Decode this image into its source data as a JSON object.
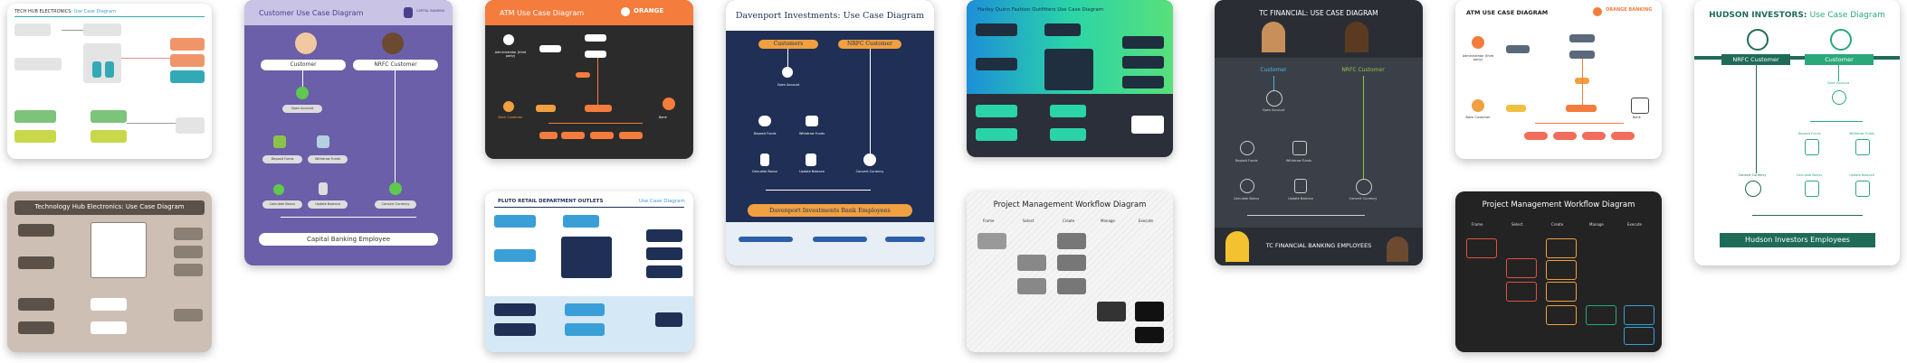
{
  "cards": {
    "c1": {
      "title": "TECH HUB ELECTRONICS: ",
      "title_accent": "Use Case Diagram"
    },
    "c2": {
      "title": "Technology Hub Electronics: Use Case Diagram"
    },
    "c3": {
      "title": "Customer Use Case Diagram",
      "brand": "CAPITAL BANKING",
      "actor1": "Customer",
      "actor2": "NRFC Customer",
      "uc1": "Open Account",
      "uc2": "Deposit Funds",
      "uc3": "Withdraw Funds",
      "uc4": "Calculate Bonus",
      "uc5": "Update Balance",
      "uc6": "Convert Currency",
      "footer": "Capital Banking Employee"
    },
    "c4": {
      "title": "ATM Use Case Diagram",
      "brand": "ORANGE",
      "actor1": "Administrator (third party)",
      "actor2": "Bank Customer",
      "actor3": "Bank"
    },
    "c5": {
      "title": "PLUTO RETAIL DEPARTMENT OUTLETS",
      "title_accent": "Use Case Diagram"
    },
    "c6": {
      "title": "Davenport Investments: Use Case Diagram",
      "actor1": "Customers",
      "actor2": "NRFC Customer",
      "uc1": "Open Account",
      "uc2": "Deposit Funds",
      "uc3": "Withdraw Funds",
      "uc4": "Calculate Bonus",
      "uc5": "Update Balance",
      "uc6": "Convert Currency",
      "footer": "Davenport Investments Bank Employees"
    },
    "c7": {
      "title": "Harley Quinn Fashion Outfitters Use Case Diagram"
    },
    "c8": {
      "title": "Project Management Workflow Diagram",
      "cols": [
        "Frame",
        "Select",
        "Create",
        "Manage",
        "Execute"
      ]
    },
    "c9": {
      "title": "TC FINANCIAL: ",
      "title_accent": "USE CASE DIAGRAM",
      "actor1": "Customer",
      "actor2": "NRFC Customer",
      "uc1": "Open Account",
      "uc2": "Deposit Funds",
      "uc3": "Withdraw Funds",
      "uc4": "Calculate Bonus",
      "uc5": "Update Balance",
      "uc6": "Convert Currency",
      "footer": "TC FINANCIAL BANKING EMPLOYEES"
    },
    "c10": {
      "title": "ATM USE CASE DIAGRAM",
      "brand": "ORANGE BANKING",
      "actor1": "Administrator (third party)",
      "actor2": "Bank Customer",
      "actor3": "Bank"
    },
    "c11": {
      "title": "Project Management Workflow Diagram",
      "cols": [
        "Frame",
        "Select",
        "Create",
        "Manage",
        "Execute"
      ]
    },
    "c12": {
      "title": "HUDSON INVESTORS: ",
      "title_accent": "Use Case Diagram",
      "actor1": "NRFC Customer",
      "actor2": "Customer",
      "uc1": "Open Account",
      "uc2": "Deposit Funds",
      "uc3": "Withdraw Funds",
      "uc4": "Convert Currency",
      "uc5": "Calculate Bonus",
      "uc6": "Update Balance",
      "footer": "Hudson Investors Employees"
    }
  },
  "colors": {
    "purple": "#6a5fa8",
    "orange": "#f47c3c",
    "navy": "#1f2f55",
    "teal": "#2aa879",
    "dark": "#2b2f36"
  }
}
